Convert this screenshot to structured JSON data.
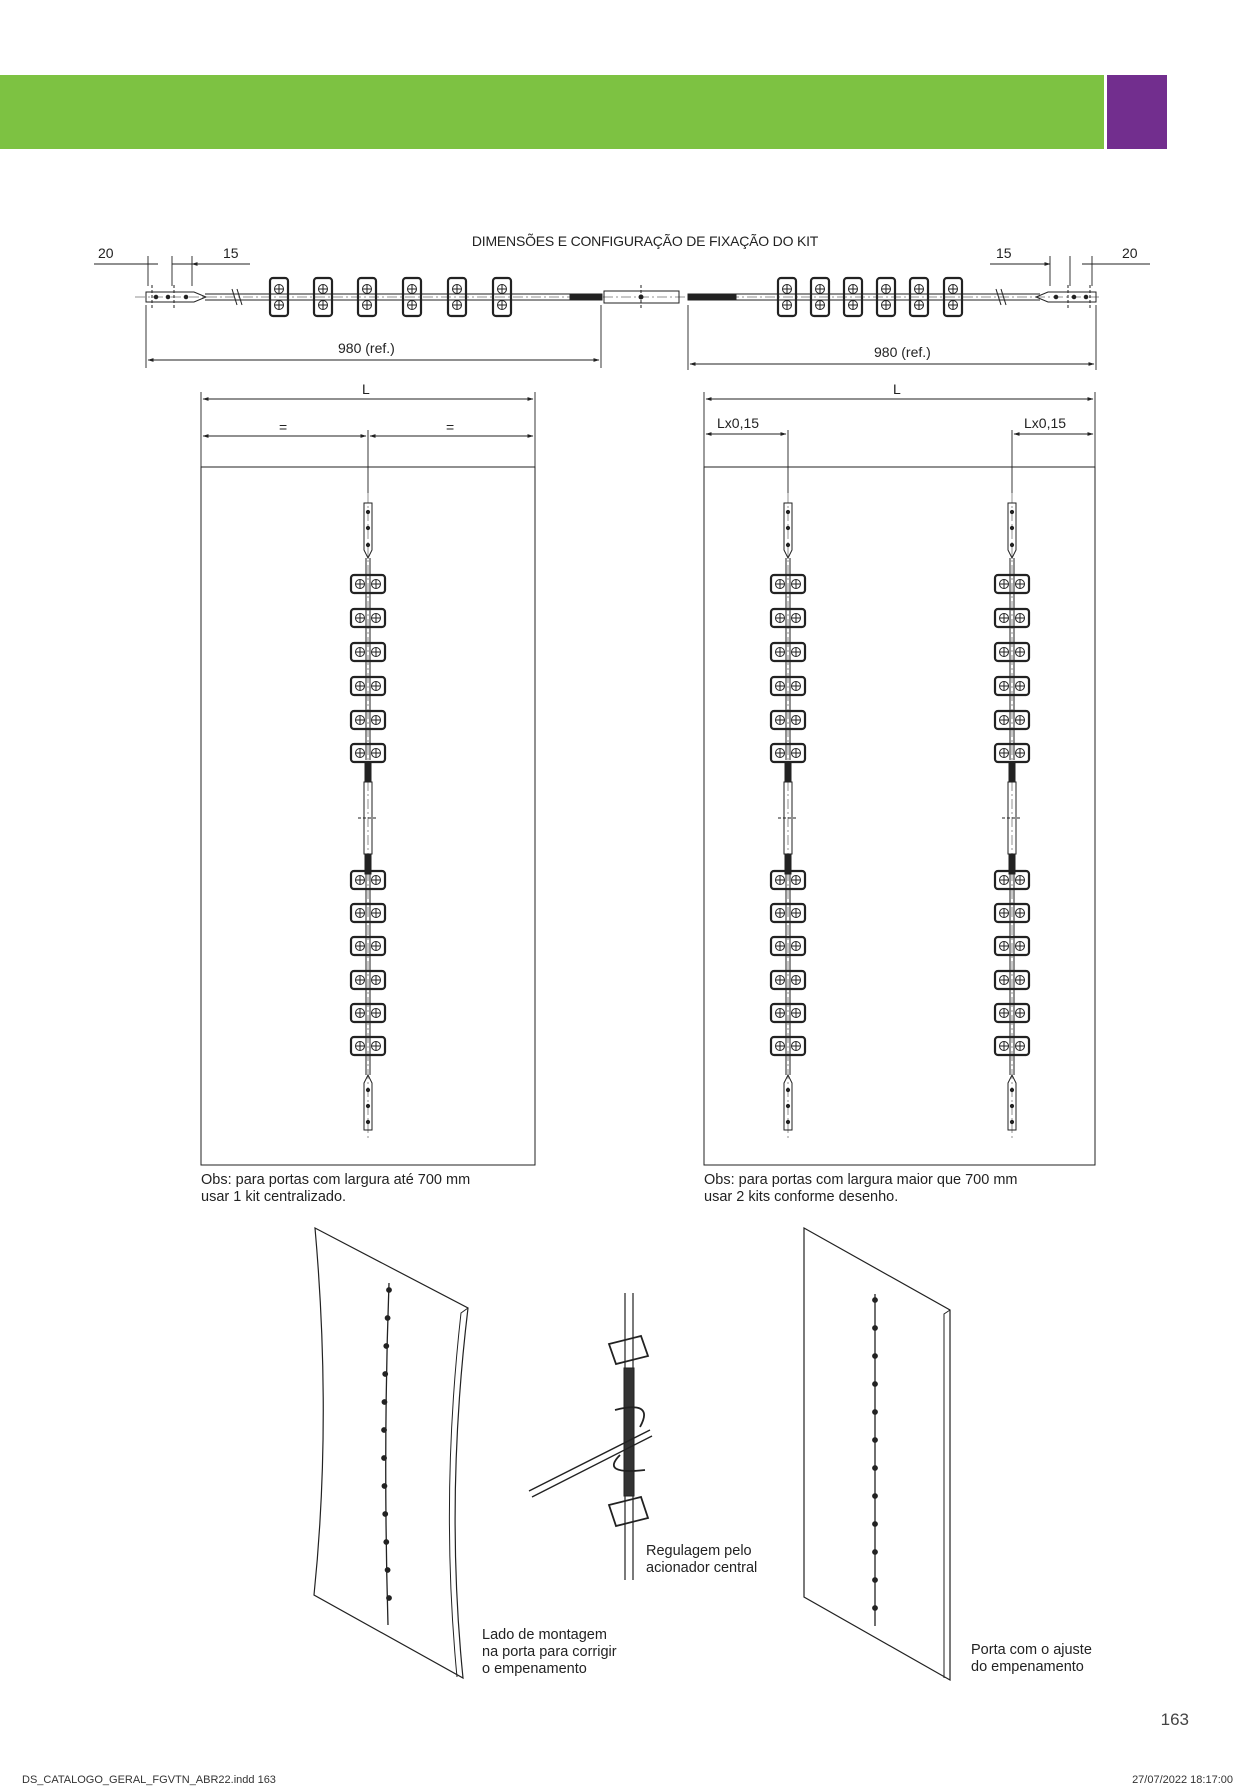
{
  "colors": {
    "banner_green": "#7dc242",
    "banner_purple": "#722e8e"
  },
  "diagram": {
    "title": "DIMENSÕES E CONFIGURAÇÃO DE FIXAÇÃO DO KIT",
    "dim_left_end": "20",
    "dim_left_gap": "15",
    "dim_right_gap": "15",
    "dim_right_end": "20",
    "length_left": "980 (ref.)",
    "length_right": "980 (ref.)",
    "panel_left": {
      "width_label": "L",
      "half_left": "=",
      "half_right": "="
    },
    "panel_right": {
      "width_label": "L",
      "offset_left": "Lx0,15",
      "offset_right": "Lx0,15"
    }
  },
  "notes": {
    "left_line1": "Obs: para portas com largura até 700 mm",
    "left_line2": "usar 1 kit centralizado.",
    "right_line1": "Obs: para portas com largura maior que 700 mm",
    "right_line2": "usar 2 kits conforme desenho."
  },
  "illustrations": {
    "warped_line1": "Lado de montagem",
    "warped_line2": "na porta para corrigir",
    "warped_line3": "o empenamento",
    "adjust_line1": "Regulagem pelo",
    "adjust_line2": "acionador central",
    "straight_line1": "Porta com o ajuste",
    "straight_line2": "do empenamento"
  },
  "page_number": "163",
  "footer": {
    "file": "DS_CATALOGO_GERAL_FGVTN_ABR22.indd   163",
    "timestamp": "27/07/2022   18:17:00"
  }
}
